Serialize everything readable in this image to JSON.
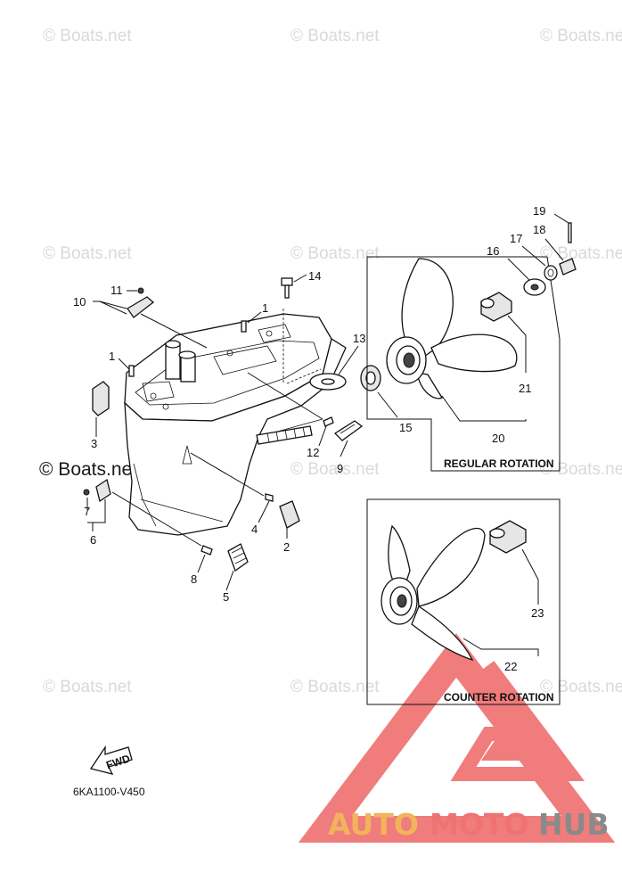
{
  "watermark": {
    "text": "© Boats.net"
  },
  "diagram": {
    "code": "6KA1100-V450",
    "fwd": "FWD"
  },
  "boxes": {
    "regular_label": "REGULAR ROTATION",
    "counter_label": "COUNTER ROTATION"
  },
  "callouts": {
    "c1a": "1",
    "c1b": "1",
    "c2": "2",
    "c3": "3",
    "c4": "4",
    "c5": "5",
    "c6": "6",
    "c7": "7",
    "c8": "8",
    "c9": "9",
    "c10": "10",
    "c11": "11",
    "c12": "12",
    "c13": "13",
    "c14": "14",
    "c15": "15",
    "c16": "16",
    "c17": "17",
    "c18": "18",
    "c19": "19",
    "c20": "20",
    "c21": "21",
    "c22": "22",
    "c23": "23"
  },
  "brand": {
    "part1": "AUTO",
    "part2": "MOTO",
    "part3": "HUB",
    "colors": {
      "auto": "#f0b45a",
      "moto": "#ef7373",
      "hub": "#8a8a8a",
      "logo": "#ee6b6b"
    }
  }
}
